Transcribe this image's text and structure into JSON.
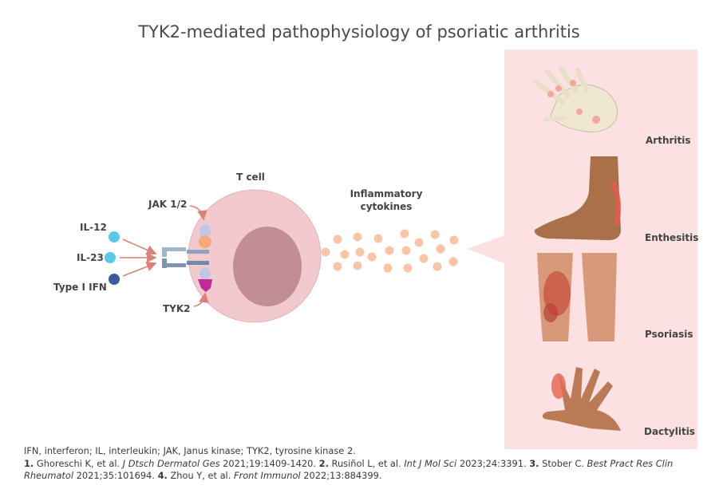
{
  "title": "TYK2-mediated pathophysiology of psoriatic arthritis",
  "labels": {
    "t_cell": "T cell",
    "jak": "JAK 1/2",
    "tyk2": "TYK2",
    "cytokines_line1": "Inflammatory",
    "cytokines_line2": "cytokines"
  },
  "inputs": [
    {
      "label": "IL-12",
      "color": "#5bc8ea"
    },
    {
      "label": "IL-23",
      "color": "#5bc8ea"
    },
    {
      "label": "Type I IFN",
      "color": "#3d5a99"
    }
  ],
  "manifestations": [
    {
      "label": "Arthritis"
    },
    {
      "label": "Enthesitis"
    },
    {
      "label": "Psoriasis"
    },
    {
      "label": "Dactylitis"
    }
  ],
  "colors": {
    "cell": "#f2c9cc",
    "nucleus": "#c28e95",
    "cytokine": "#f9c5a8",
    "jak": "#c3c7e6",
    "tyk2": "#c2299b",
    "arrow": "#d9827a",
    "panel": "#fbe1e2"
  },
  "footnote": {
    "abbreviations": "IFN, interferon; IL, interleukin; JAK, Janus kinase; TYK2, tyrosine kinase 2.",
    "refs": [
      {
        "num": "1.",
        "text": "Ghoreschi K, et al. ",
        "journal": "J Dtsch Dermatol Ges",
        "rest": " 2021;19:1409-1420. "
      },
      {
        "num": "2.",
        "text": "Rusiñol L, et al. ",
        "journal": "Int J Mol Sci",
        "rest": " 2023;24:3391. "
      },
      {
        "num": "3.",
        "text": "Stober C. ",
        "journal": "Best Pract Res Clin Rheumatol",
        "rest": " 2021;35:101694. "
      },
      {
        "num": "4.",
        "text": "Zhou Y, et al. ",
        "journal": "Front Immunol",
        "rest": " 2022;13:884399."
      }
    ]
  }
}
